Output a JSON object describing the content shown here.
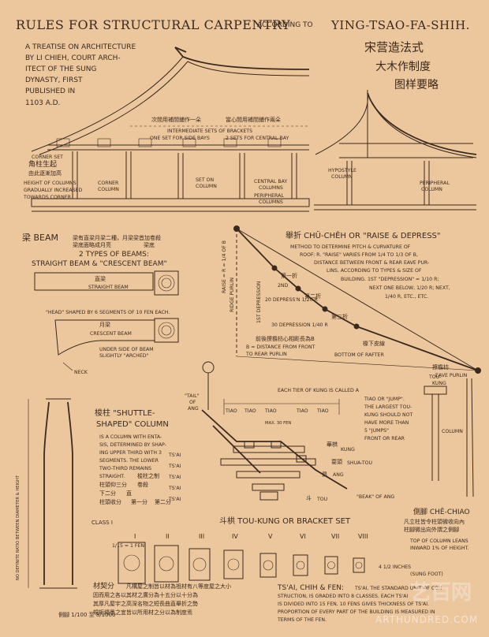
{
  "page": {
    "title": "Rules for Structural Carpentry according to Ying-Tsao-Fa-Shih"
  },
  "header": {
    "title": "RULES FOR STRUCTURAL CARPENTRY",
    "title_suffix": "ACCORDING TO",
    "title_end": "YING-TSAO-FA-SHIH.",
    "subtitle_lines": [
      "A TREATISE ON ARCHITECTURE",
      "BY LI CHIEH, COURT ARCH-",
      "ITECT OF THE SUNG",
      "DYNASTY, FIRST",
      "PUBLISHED IN",
      "1103 A.D."
    ],
    "chinese_title": [
      "宋营造法式",
      "大木作制度",
      "图样要略"
    ]
  },
  "elevation": {
    "bracket_note_cn": "次間用補間鋪作一朵",
    "bracket_note_cn2": "當心間用補間鋪作兩朵",
    "intermediate": "INTERMEDIATE SETS OF BRACKETS",
    "one_set": "ONE SET FOR SIDE BAYS",
    "two_sets": "2 SETS FOR CENTRAL BAY",
    "corner_set": "CORNER SET",
    "corner_cn": [
      "角柱生起",
      "由此逐漸加高"
    ],
    "height_note": [
      "HEIGHT OF COLUMNS",
      "GRADUALLY INCREASED",
      "TOWARDS CORNER"
    ],
    "corner_column": [
      "CORNER",
      "COLUMN"
    ],
    "set_on_column": [
      "SET ON",
      "COLUMN"
    ],
    "central_bay": [
      "CENTRAL BAY",
      "COLUMNS"
    ],
    "peripheral_cols": [
      "PERIPHERAL",
      "COLUMNS"
    ],
    "hypostyle": [
      "HYPOSTYLE",
      "COLUMN"
    ],
    "peripheral_column": [
      "PERIPHERAL",
      "COLUMN"
    ]
  },
  "beam": {
    "heading": "梁 BEAM",
    "cn_note": [
      "梁有直梁月梁二種，月梁梁首加卷殺",
      "梁底面略成月亮",
      "梁底"
    ],
    "types": "2 TYPES OF BEAMS:",
    "types2": "STRAIGHT BEAM & \"CRESCENT BEAM\"",
    "straight_cn": "直梁",
    "straight": "STRAIGHT BEAM",
    "head_note": "\"HEAD\" SHAPED BY 6 SEGMENTS OF 10 FEN EACH.",
    "crescent_cn": "月梁",
    "crescent": "CRESCENT BEAM",
    "underside": [
      "UNDER SIDE OF BEAM",
      "SLIGHTLY \"ARCHED\""
    ],
    "neck": "NECK"
  },
  "chucheh": {
    "heading": "舉折 CHÜ-CHÊH OR \"RAISE & DEPRESS\"",
    "lines": [
      "METHOD TO DETERMINE PITCH & CURVATURE OF",
      "ROOF: R. \"RAISE\" VARIES FROM 1/4 TO 1/3 OF B,",
      "DISTANCE BETWEEN FRONT & REAR EAVE PUR-",
      "LINS, ACCORDING TO TYPES & SIZE OF",
      "BUILDING.  1ST \"DEPRESSION\" = 1/10 R;",
      "NEXT ONE BELOW, 1/20 R; NEXT,",
      "1/40 R, ETC., ETC."
    ],
    "ridge": "RIDGE PURLIN",
    "raise": "RAISE = R = 1/4 OF B",
    "first_dep": "1ST DEPRESSION",
    "second": "2ND",
    "twentieth": "20 DEPRESS'N 1/20 R",
    "thirty": "30 DEPRESSION 1/40 R",
    "b_note": [
      "B = DISTANCE FROM FRONT",
      "TO REAR PURLIN"
    ],
    "bottom": "BOTTOM OF RAFTER",
    "eave": "EAVE PURLIN",
    "cn_depress": "前後撩檐枋心相距長為B",
    "cn_labels": [
      "第一折",
      "第二折",
      "第三折",
      "撩檐枋",
      "椽下皮線"
    ]
  },
  "tou": {
    "each": [
      "EACH TIER OF KUNG IS CALLED A",
      "TIAO OR \"JUMP\".",
      "THE LARGEST TOU-",
      "KUNG SHOULD NOT",
      "HAVE MORE THAN",
      "5 \"JUMPS\"",
      "FRONT OR REAR"
    ],
    "tiao": [
      "TIAO",
      "TIAO",
      "TIAO",
      "TIAO",
      "TIAO"
    ],
    "max": "MAX. 30 FEN",
    "kung": "KUNG",
    "shuatou": "SHUA-TOU",
    "ang": "ANG",
    "tou": "TOU",
    "beak": "\"BEAK\" OF ANG",
    "tail": [
      "\"TAIL\"",
      "OF",
      "ANG"
    ],
    "set_label": "斗栱 TOU-KUNG OR BRACKET SET",
    "toukung": [
      "TOU-",
      "KUNG"
    ],
    "column": "COLUMN",
    "cn_labels": [
      "華栱",
      "耍頭",
      "昂",
      "斗"
    ]
  },
  "chechiao": {
    "heading": "側腳 CHÊ-CHIAO",
    "cn": [
      "凡立柱皆令柱頭微收向內",
      "柱腳微出向外謂之側腳"
    ],
    "lines": [
      "TOP OF COLUMN LEANS",
      "INWARD 1% OF HEIGHT."
    ]
  },
  "shuttle": {
    "heading": [
      "梭柱 \"SHUTTLE-",
      "SHAPED\" COLUMN"
    ],
    "lines": [
      "IS A COLUMN WITH ENTA-",
      "SIS, DETERMINED BY SHAP-",
      "ING UPPER THIRD WITH 3",
      "SEGMENTS. THE LOWER",
      "TWO-THIRD REMAINS",
      "STRAIGHT."
    ],
    "cn_lines": [
      "梭柱之制",
      "柱頭仰三分",
      "卷殺",
      "下二分",
      "直",
      "柱頭收分",
      "第一分",
      "第二分"
    ],
    "ratio": "NO DEFINITE RATIO BETWEEN DIAMETER & HEIGHT",
    "ts_ai": [
      "TS'AI",
      "TS'AI",
      "TS'AI",
      "TS'AI",
      "TS'AI"
    ],
    "cn_bottom": "側腳 1/100 至 8/1000"
  },
  "classes": {
    "label": "CLASS I",
    "numerals": [
      "I",
      "II",
      "III",
      "IV",
      "V",
      "VI",
      "VII",
      "VIII"
    ],
    "fen": "1/15 = 1 FEN",
    "small_note": [
      "4 1/2 INCHES",
      "(SUNG FOOT)"
    ]
  },
  "tsai": {
    "cn_label": "材契分",
    "cn_text": [
      "凡構屋之制皆以材為祖材有八等度屋之大小",
      "因而用之各以其材之廣分為十五分以十分為",
      "其厚凡屋宇之高深名物之短長曲直舉折之勢",
      "規矩繩墨之宜皆以所用材之分以為制度焉"
    ],
    "heading": "TS'AI, CHIH & FEN:",
    "lines": [
      "TS'AI, THE STANDARD UNIT OF CON-",
      "STRUCTION, IS GRADED INTO 8 CLASSES. EACH TS'AI",
      "IS DIVIDED INTO 15 FEN, 10 FENS GIVES THICKNESS OF TS'AI.",
      "PROPORTION OF EVERY PART OF THE BUILDING IS MEASURED IN",
      "TERMS OF THE FEN."
    ]
  },
  "watermark": {
    "cn": "艺百网",
    "en": "ARTHUNDRED.COM"
  }
}
